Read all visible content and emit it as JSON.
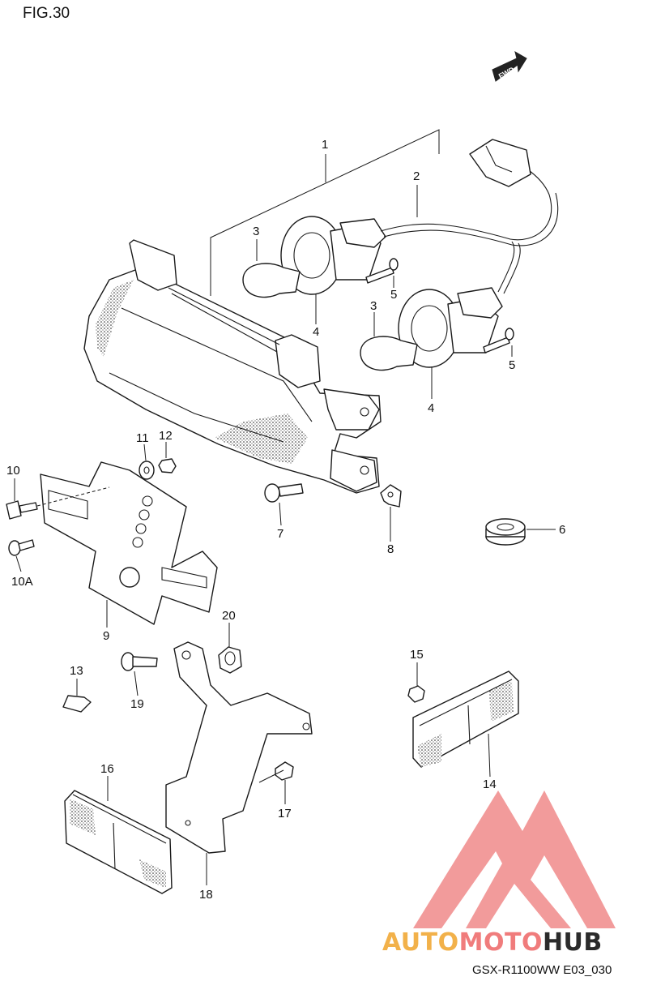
{
  "figure": {
    "label": "FIG.30"
  },
  "direction_arrow": {
    "label": "FWD"
  },
  "parts": [
    {
      "id": "1",
      "label": "1"
    },
    {
      "id": "2",
      "label": "2"
    },
    {
      "id": "3a",
      "label": "3"
    },
    {
      "id": "3b",
      "label": "3"
    },
    {
      "id": "4a",
      "label": "4"
    },
    {
      "id": "4b",
      "label": "4"
    },
    {
      "id": "5a",
      "label": "5"
    },
    {
      "id": "5b",
      "label": "5"
    },
    {
      "id": "6",
      "label": "6"
    },
    {
      "id": "7",
      "label": "7"
    },
    {
      "id": "8",
      "label": "8"
    },
    {
      "id": "9",
      "label": "9"
    },
    {
      "id": "10",
      "label": "10"
    },
    {
      "id": "10A",
      "label": "10A"
    },
    {
      "id": "11",
      "label": "11"
    },
    {
      "id": "12",
      "label": "12"
    },
    {
      "id": "13",
      "label": "13"
    },
    {
      "id": "14",
      "label": "14"
    },
    {
      "id": "15",
      "label": "15"
    },
    {
      "id": "16",
      "label": "16"
    },
    {
      "id": "17",
      "label": "17"
    },
    {
      "id": "18",
      "label": "18"
    },
    {
      "id": "19",
      "label": "19"
    },
    {
      "id": "20",
      "label": "20"
    }
  ],
  "watermark": {
    "word_part_1": "AUTO",
    "word_part_2": "MOTO",
    "word_part_3": "HUB",
    "colors": {
      "auto": "#f2b14a",
      "moto": "#f07c7c",
      "hub": "#2b2b2b",
      "logo": "#f08a8a"
    }
  },
  "model_code": "GSX-R1100WW E03_030"
}
